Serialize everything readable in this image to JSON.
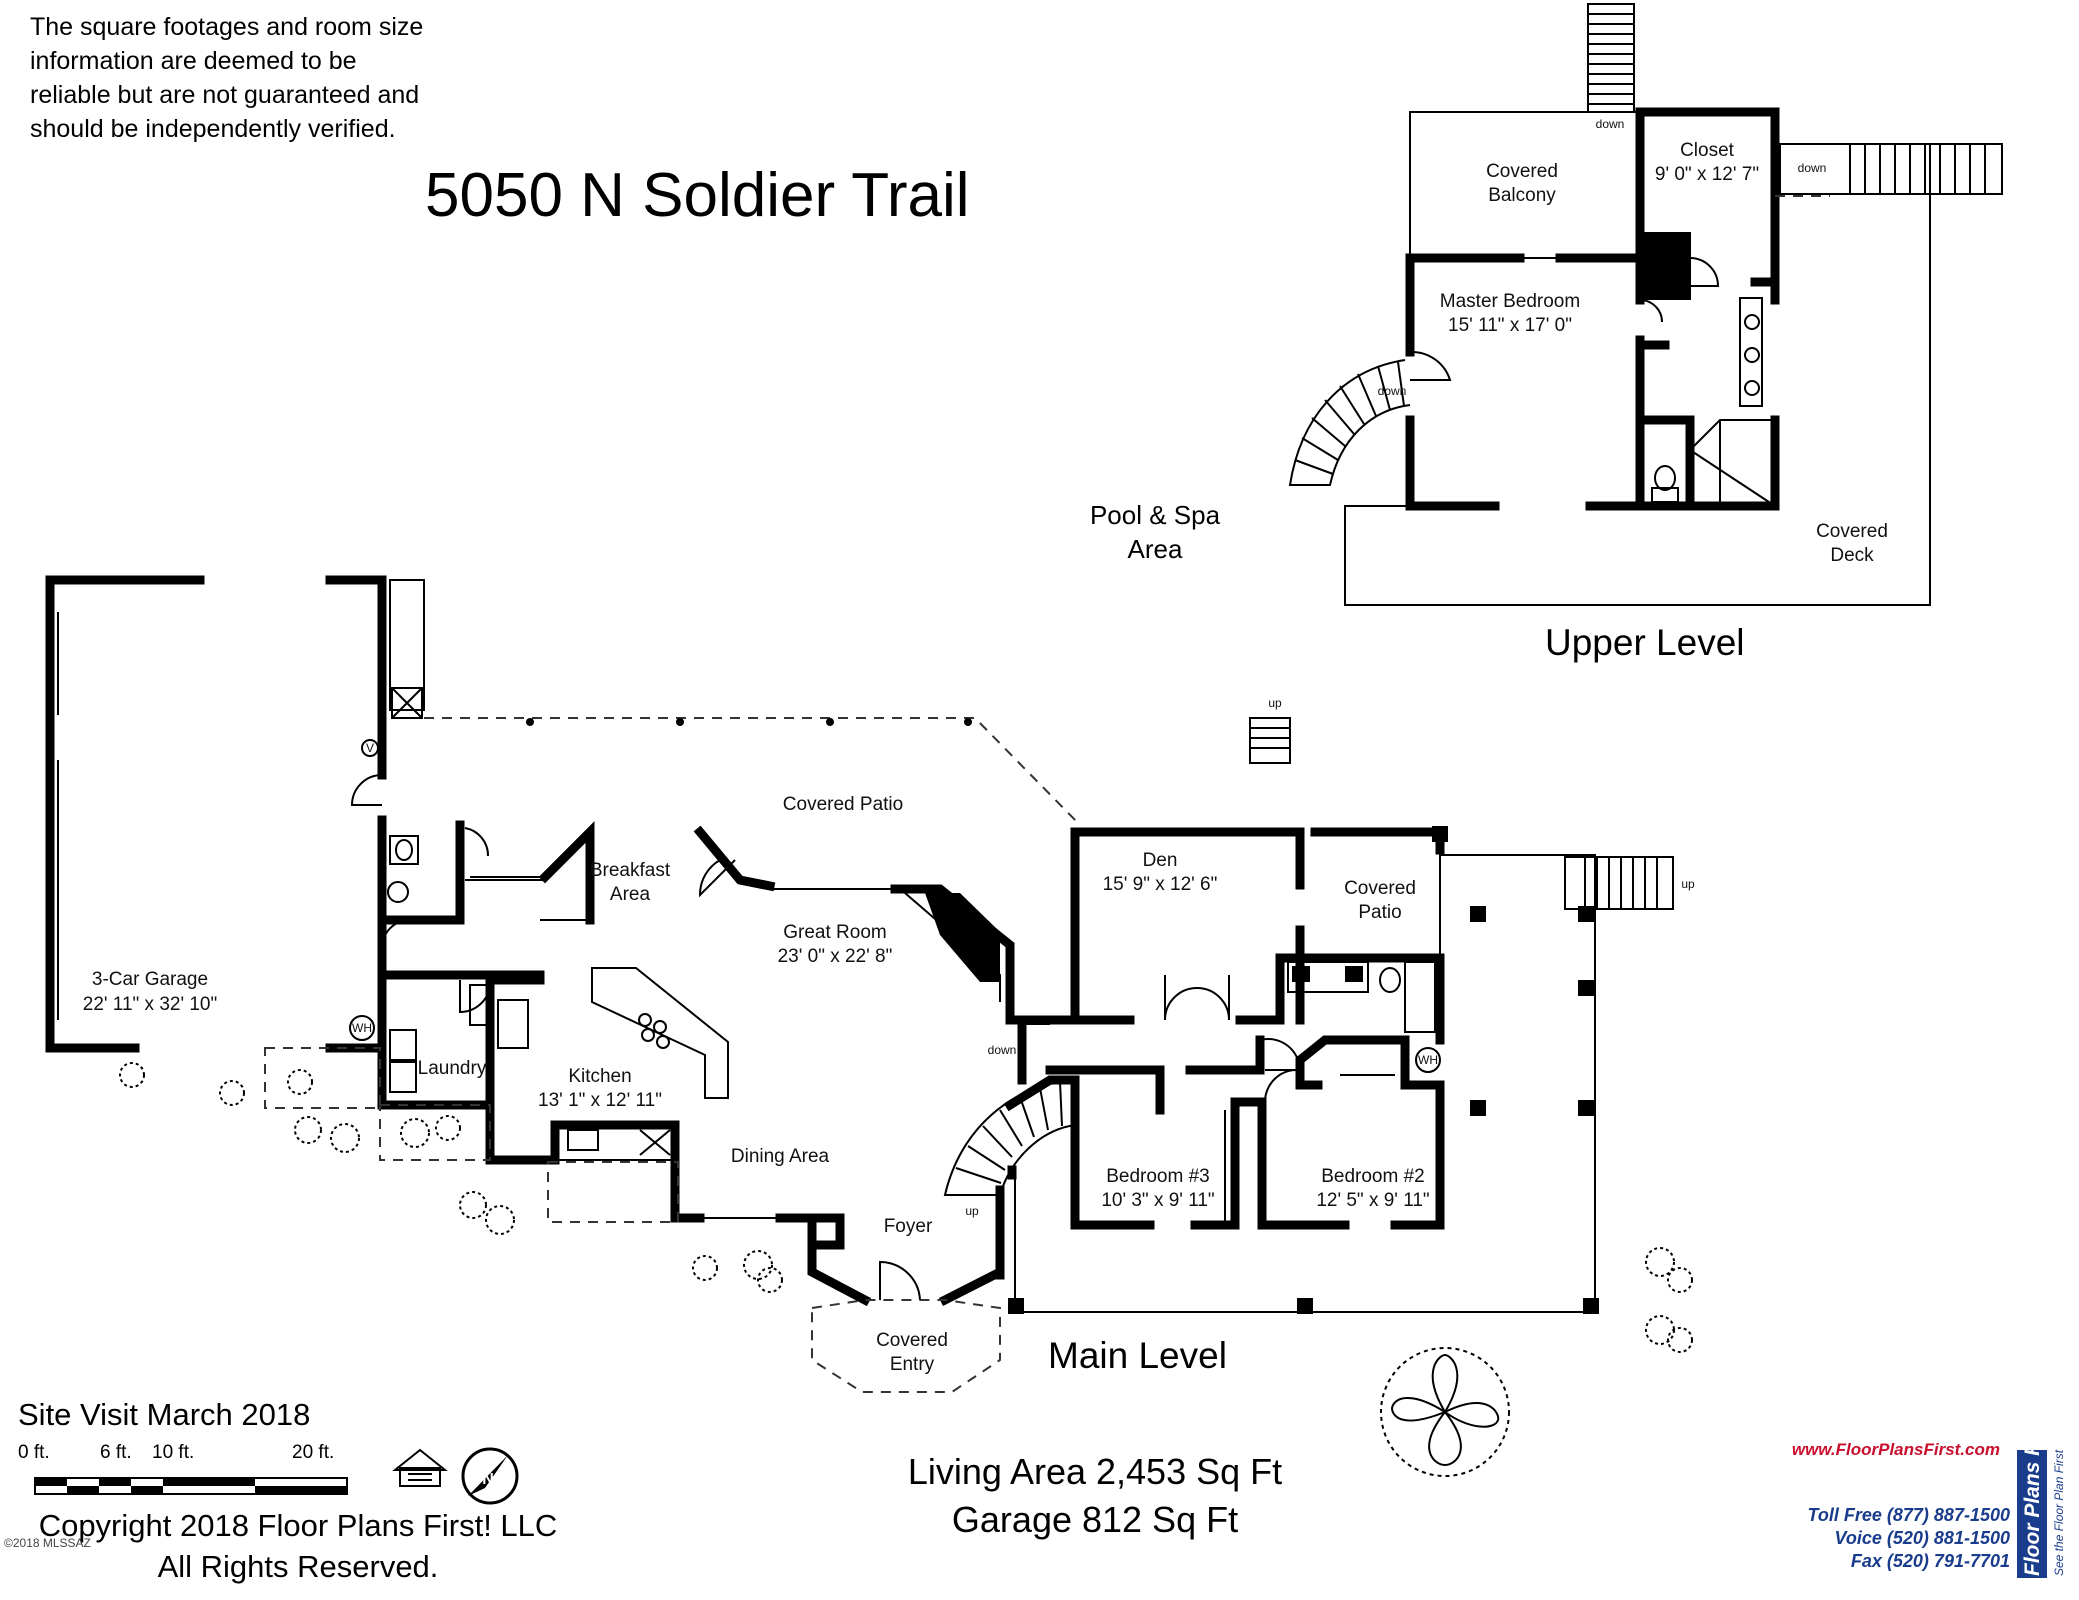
{
  "disclaimer": [
    "The square footages and room size",
    "information are deemed to be",
    "reliable but are not guaranteed and",
    "should be independently verified."
  ],
  "address": "5050 N Soldier Trail",
  "levels": {
    "upper": "Upper Level",
    "main": "Main Level"
  },
  "outdoor": [
    "Pool & Spa",
    "Area"
  ],
  "rooms": {
    "covered_balcony": [
      "Covered",
      "Balcony"
    ],
    "closet": [
      "Closet",
      "9' 0\" x 12' 7\""
    ],
    "master_bedroom": [
      "Master Bedroom",
      "15' 11\" x 17' 0\""
    ],
    "covered_deck": [
      "Covered",
      "Deck"
    ],
    "garage": [
      "3-Car Garage",
      "22' 11\" x 32' 10\""
    ],
    "covered_patio_main": "Covered Patio",
    "breakfast": [
      "Breakfast",
      "Area"
    ],
    "great_room": [
      "Great Room",
      "23' 0\" x 22' 8\""
    ],
    "den": [
      "Den",
      "15' 9\" x 12' 6\""
    ],
    "covered_patio_den": [
      "Covered",
      "Patio"
    ],
    "laundry": "Laundry",
    "kitchen": [
      "Kitchen",
      "13' 1\" x 12' 11\""
    ],
    "dining": "Dining Area",
    "foyer": "Foyer",
    "covered_entry": [
      "Covered",
      "Entry"
    ],
    "bedroom3": [
      "Bedroom #3",
      "10' 3\" x 9' 11\""
    ],
    "bedroom2": [
      "Bedroom #2",
      "12' 5\" x 9' 11\""
    ]
  },
  "stair_labels": {
    "down": "down",
    "up": "up"
  },
  "fixtures": {
    "water_heater": "WH",
    "valve": "V"
  },
  "site_visit": "Site Visit March 2018",
  "scale_labels": [
    "0 ft.",
    "6 ft.",
    "10 ft.",
    "20 ft."
  ],
  "copyright": [
    "Copyright 2018 Floor Plans First! LLC",
    "All Rights Reserved."
  ],
  "mls_mark": "©2018 MLSSAZ",
  "areas": [
    "Living Area 2,453 Sq Ft",
    "Garage 812 Sq Ft"
  ],
  "contact": {
    "website": "www.FloorPlansFirst.com",
    "toll_free": "Toll Free (877) 887-1500",
    "voice": "Voice (520) 881-1500",
    "fax": "Fax (520) 791-7701"
  },
  "brand": {
    "name": "Floor Plans First!",
    "tagline": "See the Floor Plan First",
    "color_red": "#c8102e",
    "color_blue": "#1a3c8c"
  },
  "icons": [
    "equal-housing-icon",
    "north-arrow-icon"
  ]
}
